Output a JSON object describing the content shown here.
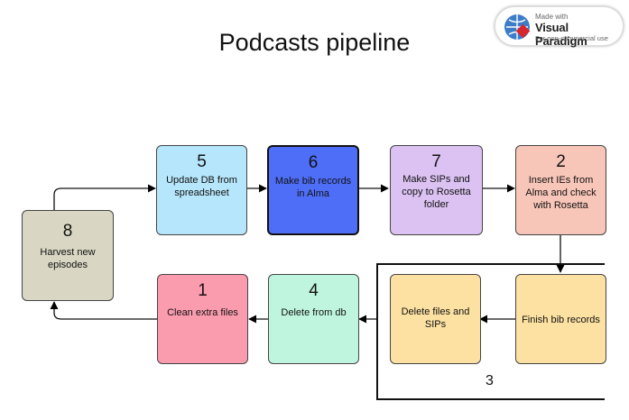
{
  "title": "Podcasts pipeline",
  "badge": {
    "made_with": "Made with",
    "brand": "Visual Paradigm",
    "note": "For non-commercial use"
  },
  "nodes": {
    "n8": {
      "number": "8",
      "text": "Harvest new episodes",
      "fill": "#d9d7c3"
    },
    "n5": {
      "number": "5",
      "text": "Update DB from spreadsheet",
      "fill": "#b6e6fb"
    },
    "n6": {
      "number": "6",
      "text": "Make bib records in Alma",
      "fill": "#4f6ef7"
    },
    "n7": {
      "number": "7",
      "text": "Make SIPs and copy to Rosetta folder",
      "fill": "#dcc2f2"
    },
    "n2": {
      "number": "2",
      "text": "Insert IEs from Alma and check with Rosetta",
      "fill": "#f8c6b9"
    },
    "n1": {
      "number": "1",
      "text": "Clean extra files",
      "fill": "#fa9cae"
    },
    "n4": {
      "number": "4",
      "text": "Delete from db",
      "fill": "#bff5df"
    },
    "n3a": {
      "number": "",
      "text": "Delete files and SIPs",
      "fill": "#fde1a2"
    },
    "n3b": {
      "number": "",
      "text": "Finish bib records",
      "fill": "#fde1a2"
    }
  },
  "group_label": "3"
}
